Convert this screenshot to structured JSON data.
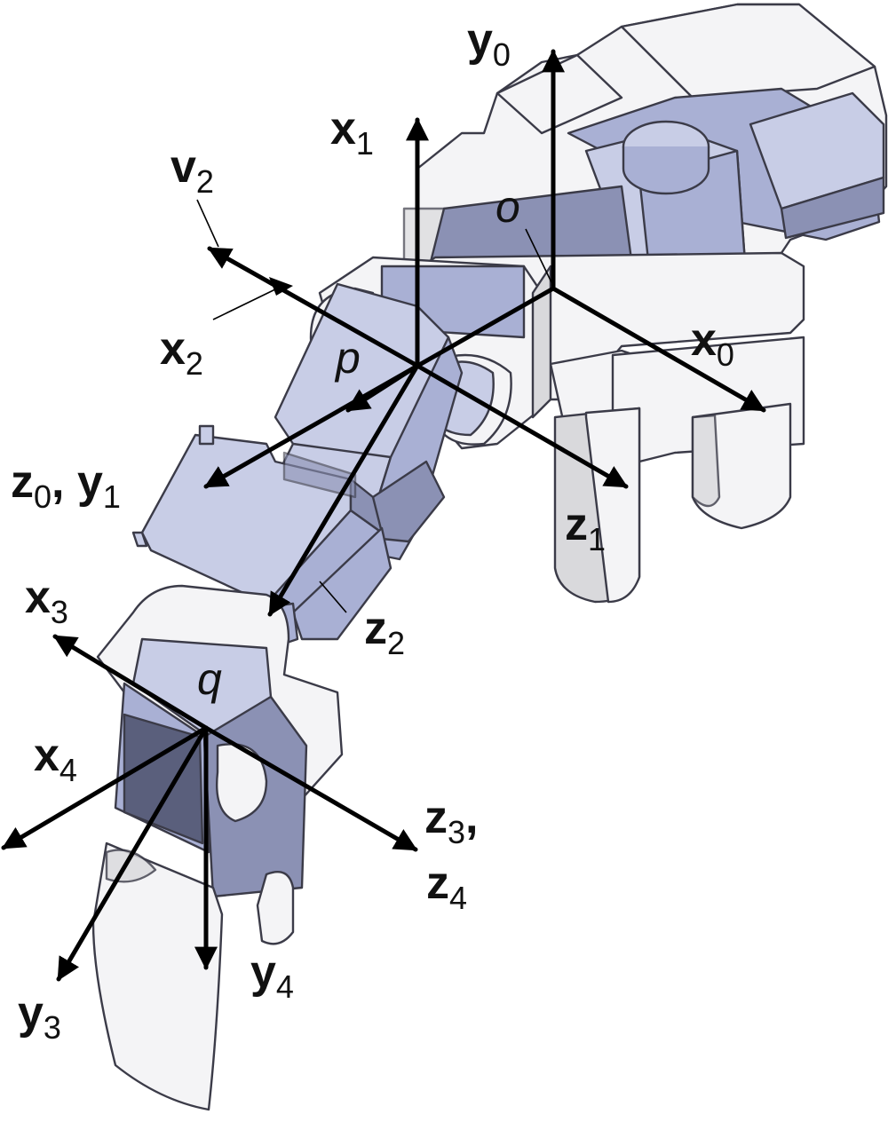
{
  "figure": {
    "labels": {
      "y0": {
        "base": "y",
        "sub": "0"
      },
      "x1": {
        "base": "x",
        "sub": "1"
      },
      "v2": {
        "base": "v",
        "sub": "2"
      },
      "x2": {
        "base": "x",
        "sub": "2"
      },
      "o": {
        "base": "o"
      },
      "p": {
        "base": "p"
      },
      "x0": {
        "base": "x",
        "sub": "0"
      },
      "z0y1": {
        "b1": "z",
        "s1": "0",
        "sep": ", ",
        "b2": "y",
        "s2": "1"
      },
      "z1": {
        "base": "z",
        "sub": "1"
      },
      "x3": {
        "base": "x",
        "sub": "3"
      },
      "z2": {
        "base": "z",
        "sub": "2"
      },
      "q": {
        "base": "q"
      },
      "x4": {
        "base": "x",
        "sub": "4"
      },
      "z3": {
        "base": "z",
        "sub": "3",
        "tail": ","
      },
      "z4": {
        "base": "z",
        "sub": "4"
      },
      "y4": {
        "base": "y",
        "sub": "4"
      },
      "y3": {
        "base": "y",
        "sub": "3"
      }
    },
    "colors": {
      "axis": "#000000",
      "metal_light": "#c8cde6",
      "metal_mid": "#a9b0d4",
      "metal_dark": "#5a5f7c",
      "bracket": "#f4f4f6"
    }
  }
}
